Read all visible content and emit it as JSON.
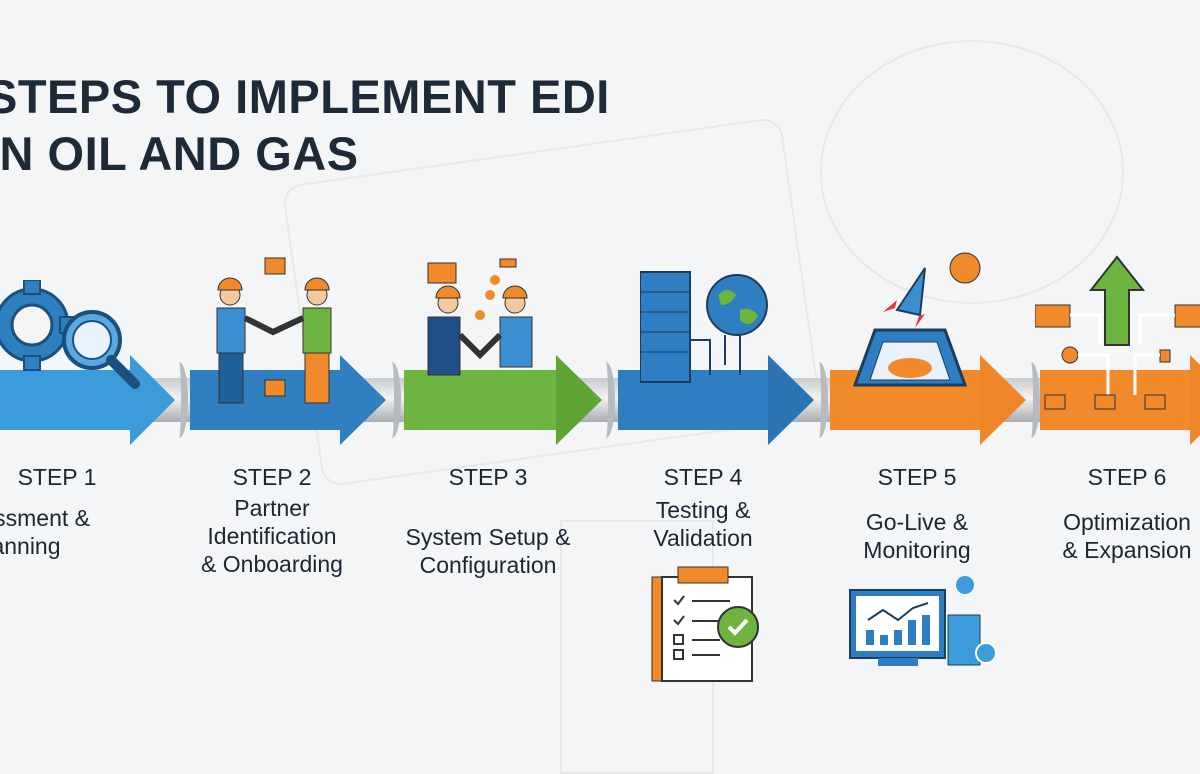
{
  "title": {
    "line1": "STEPS TO IMPLEMENT EDI",
    "line2": "IN OIL AND GAS"
  },
  "steps": [
    {
      "label": "STEP 1",
      "desc_line1": "Assessment &",
      "desc_line2": "Planning",
      "color": "#3b9bdb",
      "icon": "gear-magnifier-icon"
    },
    {
      "label": "STEP 2",
      "desc_line1": "Partner",
      "desc_line2": "Identification",
      "desc_line3": "& Onboarding",
      "color": "#2f7fc1",
      "icon": "handshake-workers-icon"
    },
    {
      "label": "STEP 3",
      "desc_line1": "System Setup &",
      "desc_line2": "Configuration",
      "color": "#6db540",
      "icon": "workers-collaboration-icon"
    },
    {
      "label": "STEP 4",
      "desc_line1": "Testing &",
      "desc_line2": "Validation",
      "color": "#2e7ec1",
      "icon": "server-globe-icon"
    },
    {
      "label": "STEP 5",
      "desc_line1": "Go-Live &",
      "desc_line2": "Monitoring",
      "color": "#f08a2b",
      "icon": "rocket-launch-icon"
    },
    {
      "label": "STEP 6",
      "desc_line1": "Optimization",
      "desc_line2": "& Expansion",
      "color": "#f08a2b",
      "icon": "growth-network-icon"
    }
  ]
}
